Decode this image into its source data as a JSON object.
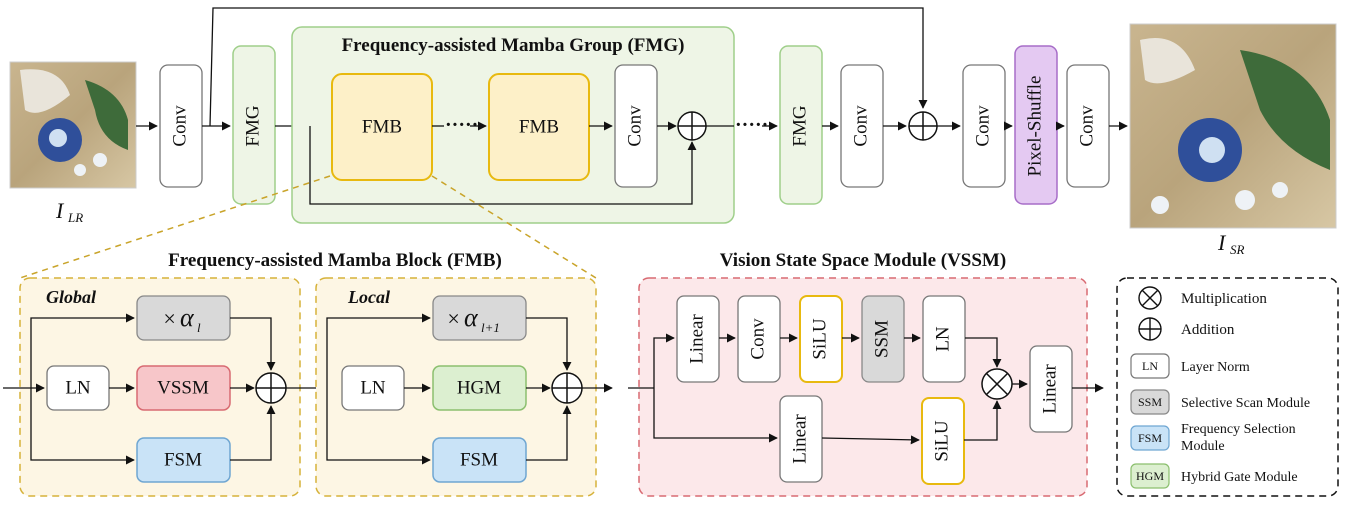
{
  "top": {
    "input_label": "I",
    "input_sub": "LR",
    "output_label": "I",
    "output_sub": "SR",
    "conv": "Conv",
    "fmg": "FMG",
    "fmb": "FMB",
    "dots": "·····",
    "pixel_shuffle": "Pixel-Shuffle",
    "group_title": "Frequency-assisted Mamba Group (FMG)"
  },
  "fmb_section": {
    "title": "Frequency-assisted Mamba Block (FMB)",
    "global": "Global",
    "local": "Local",
    "times": "×",
    "alpha": "α",
    "alpha_sub_global": "l",
    "alpha_sub_local": "l+1",
    "ln": "LN",
    "vssm": "VSSM",
    "hgm": "HGM",
    "fsm": "FSM"
  },
  "vssm_section": {
    "title": "Vision State Space Module (VSSM)",
    "linear": "Linear",
    "conv": "Conv",
    "silu": "SiLU",
    "ssm": "SSM",
    "ln": "LN"
  },
  "legend": {
    "items": [
      {
        "symbol": "⊗",
        "text": "Multiplication"
      },
      {
        "symbol": "⊕",
        "text": "Addition"
      },
      {
        "box": "LN",
        "text": "Layer Norm"
      },
      {
        "box": "SSM",
        "text": "Selective Scan Module"
      },
      {
        "box": "FSM",
        "text": "Frequency Selection Module"
      },
      {
        "box": "HGM",
        "text": "Hybrid Gate Module"
      }
    ]
  },
  "colors": {
    "fmg_fill": "#eef5e6",
    "fmg_stroke": "#9fcf8a",
    "fmb_fill": "#fdf0c8",
    "fmb_stroke": "#e8b90f",
    "block_bg": "#fdf6e4",
    "block_stroke": "#d6b23a",
    "vssm_fill": "#f7c6c9",
    "vssm_stroke": "#d86a72",
    "vssm_bg": "#fce8ea",
    "fsm_fill": "#c9e3f7",
    "fsm_stroke": "#6fa6d2",
    "hgm_fill": "#dcefd0",
    "hgm_stroke": "#8bbf6e",
    "gray_fill": "#d9d9d9",
    "pixel_fill": "#e4c9f2",
    "pixel_stroke": "#a76dc8"
  }
}
